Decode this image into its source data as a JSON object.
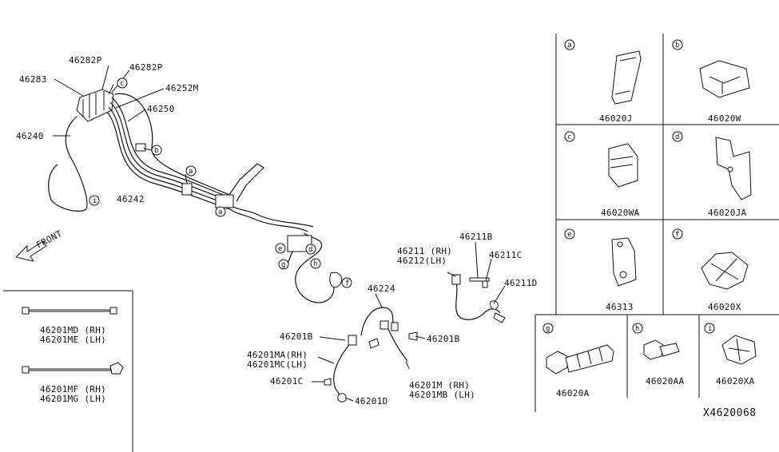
{
  "main": {
    "labels": {
      "p46282p_a": "46282P",
      "p46282p_b": "46282P",
      "p46283": "46283",
      "p46252m": "46252M",
      "p46250": "46250",
      "p46240": "46240",
      "p46242": "46242",
      "front": "FRONT",
      "p46211rh": "46211 (RH)",
      "p46212lh": "46212(LH)",
      "p46211b": "46211B",
      "p46211c": "46211C",
      "p46211d": "46211D",
      "p46224": "46224",
      "p46201b_l": "46201B",
      "p46201b_r": "46201B",
      "p46201ma": "46201MA(RH)",
      "p46201mc": "46201MC(LH)",
      "p46201m": "46201M  (RH)",
      "p46201mb": "46201MB (LH)",
      "p46201c": "46201C",
      "p46201d": "46201D"
    },
    "callouts": {
      "a": "a",
      "b": "b",
      "c": "c",
      "d": "d",
      "e": "e",
      "f": "f",
      "g": "g",
      "h": "h",
      "i": "i"
    }
  },
  "hoses_panel": {
    "top_rh": "46201MD (RH)",
    "top_lh": "46201ME (LH)",
    "bottom_rh": "46201MF (RH)",
    "bottom_lh": "46201MG (LH)"
  },
  "parts_grid": [
    {
      "letter": "a",
      "part": "46020J"
    },
    {
      "letter": "b",
      "part": "46020W"
    },
    {
      "letter": "c",
      "part": "46020WA"
    },
    {
      "letter": "d",
      "part": "46020JA"
    },
    {
      "letter": "e",
      "part": "46313"
    },
    {
      "letter": "f",
      "part": "46020X"
    },
    {
      "letter": "g",
      "part": "46020A"
    },
    {
      "letter": "h",
      "part": "46020AA"
    },
    {
      "letter": "i",
      "part": "46020XA"
    }
  ],
  "diagram_ref": "X4620068"
}
